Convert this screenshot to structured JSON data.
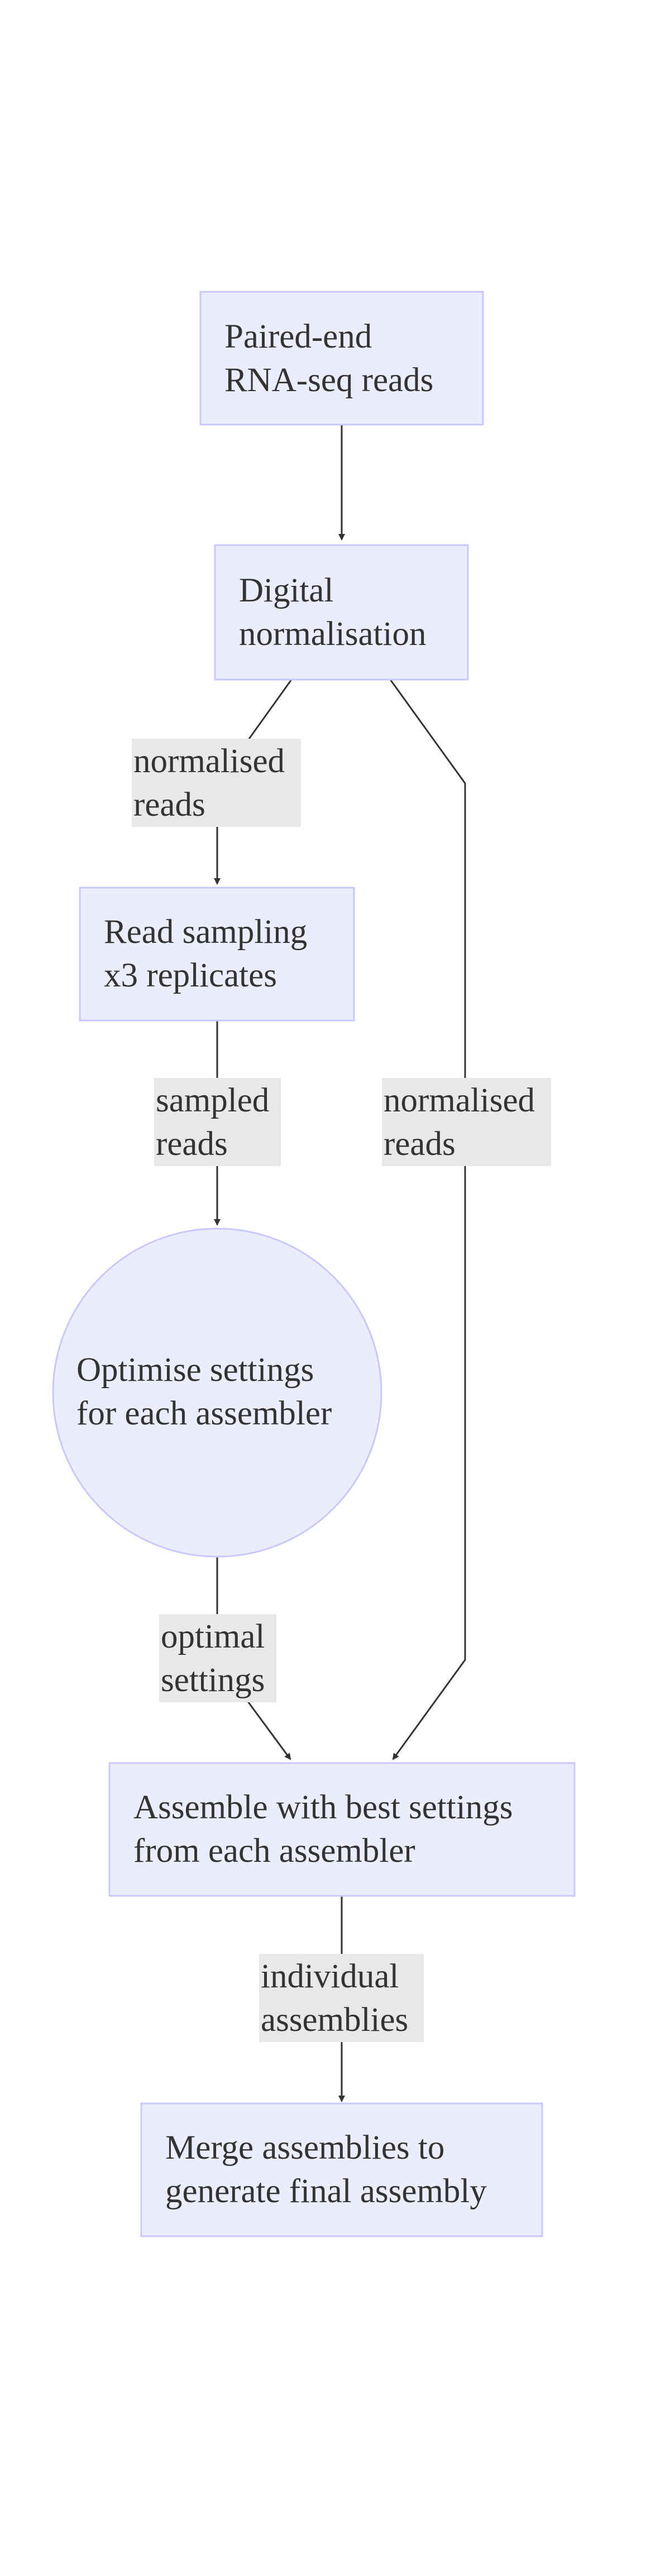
{
  "nodes": {
    "reads": {
      "line1": "Paired-end",
      "line2": "RNA-seq reads"
    },
    "digital_norm": {
      "line1": "Digital",
      "line2": "normalisation"
    },
    "read_sampling": {
      "line1": "Read sampling",
      "line2": "x3 replicates"
    },
    "optimise": {
      "line1": "Optimise settings",
      "line2": "for each assembler"
    },
    "assemble": {
      "line1": "Assemble with best settings",
      "line2": "from each assembler"
    },
    "merge": {
      "line1": "Merge assemblies to",
      "line2": "generate final assembly"
    }
  },
  "edges": {
    "norm_to_sampling": {
      "line1": "normalised",
      "line2": "reads"
    },
    "sampling_to_optimise": {
      "line1": "sampled",
      "line2": "reads"
    },
    "norm_to_assemble": {
      "line1": "normalised",
      "line2": "reads"
    },
    "optimise_to_assemble": {
      "line1": "optimal",
      "line2": "settings"
    },
    "assemble_to_merge": {
      "line1": "individual",
      "line2": "assemblies"
    }
  }
}
